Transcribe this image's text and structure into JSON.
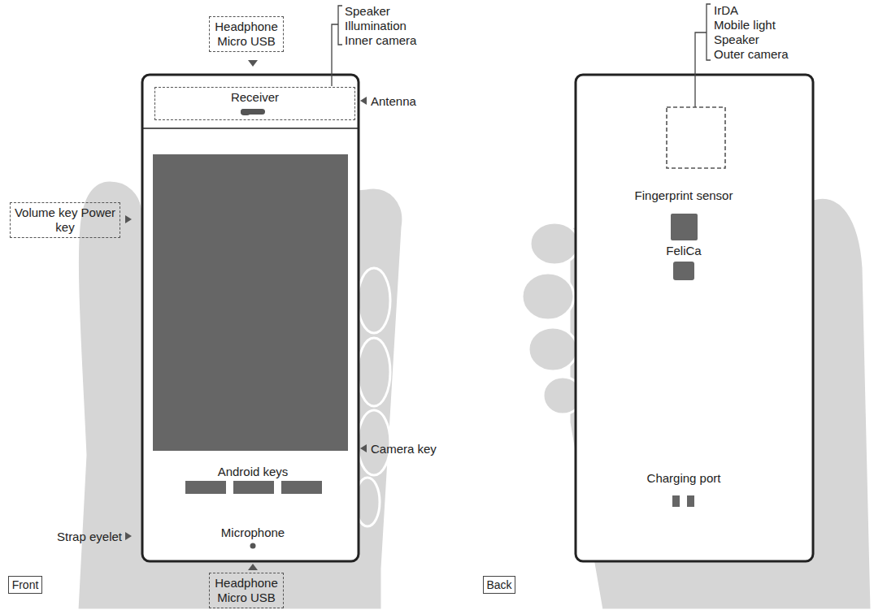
{
  "diagram": {
    "nodes": [
      {
        "text": [
          "Headphone Micro USB"
        ]
      },
      {
        "text": [
          "Receiver"
        ]
      },
      {
        "text": [
          "Volume key Power key"
        ]
      },
      {
        "text": [
          "Headphone Micro USB"
        ]
      },
      {
        "text": [
          "Front"
        ]
      },
      {
        "text": [
          "Back"
        ]
      }
    ],
    "labels": [
      "Speaker",
      "Illumination",
      "Inner camera",
      "Antenna",
      "Camera key",
      "Android keys",
      "Strap eyelet",
      "Microphone",
      "IrDA",
      "Mobile light",
      "Speaker",
      "Outer camera",
      "Fingerprint sensor",
      "FeliCa",
      "Charging port"
    ]
  }
}
